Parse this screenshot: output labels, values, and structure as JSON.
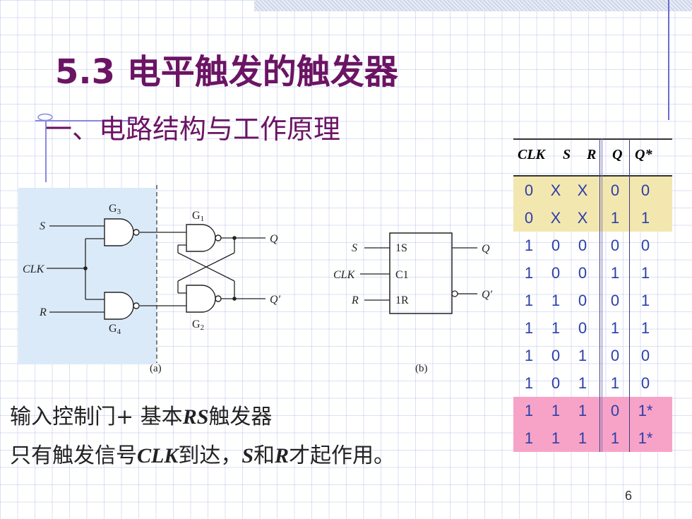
{
  "title": "5.3 电平触发的触发器",
  "subtitle": "一、电路结构与工作原理",
  "figure": {
    "a": {
      "caption": "(a)",
      "labels": {
        "s": "S",
        "clk": "CLK",
        "r": "R",
        "g1": "G",
        "g1_sub": "1",
        "g2": "G",
        "g2_sub": "2",
        "g3": "G",
        "g3_sub": "3",
        "g4": "G",
        "g4_sub": "4",
        "q": "Q",
        "qn": "Q′"
      }
    },
    "b": {
      "caption": "(b)",
      "labels": {
        "s": "S",
        "clk": "CLK",
        "r": "R",
        "in1": "1S",
        "in2": "C1",
        "in3": "1R",
        "q": "Q",
        "qn": "Q′"
      }
    }
  },
  "text": {
    "line1_a": "输入控制门+ 基本",
    "line1_b": "RS",
    "line1_c": "触发器",
    "line2_a": "只有触发信号",
    "line2_b": "CLK",
    "line2_c": "到达，",
    "line2_d": "S",
    "line2_e": "和",
    "line2_f": "R",
    "line2_g": "才起作用。"
  },
  "truth_table": {
    "headers": [
      "CLK",
      "S",
      "R",
      "Q",
      "Q*"
    ],
    "rows": [
      [
        "0",
        "X",
        "X",
        "0",
        "0"
      ],
      [
        "0",
        "X",
        "X",
        "1",
        "1"
      ],
      [
        "1",
        "0",
        "0",
        "0",
        "0"
      ],
      [
        "1",
        "0",
        "0",
        "1",
        "1"
      ],
      [
        "1",
        "1",
        "0",
        "0",
        "1"
      ],
      [
        "1",
        "1",
        "0",
        "1",
        "1"
      ],
      [
        "1",
        "0",
        "1",
        "0",
        "0"
      ],
      [
        "1",
        "0",
        "1",
        "1",
        "0"
      ],
      [
        "1",
        "1",
        "1",
        "0",
        "1*"
      ],
      [
        "1",
        "1",
        "1",
        "1",
        "1*"
      ]
    ],
    "highlight_colors": {
      "hold": "#f3e7b0",
      "invalid": "#f7a3c7"
    }
  },
  "page_number": "6"
}
